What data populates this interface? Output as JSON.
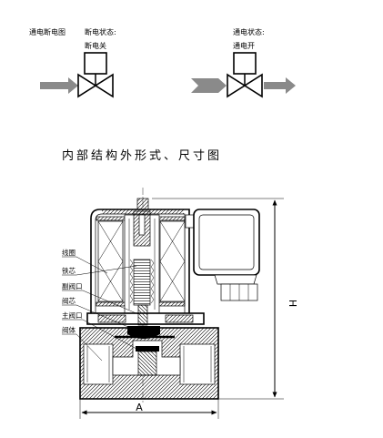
{
  "power_diagram": {
    "title": "通电断电图",
    "off_state": {
      "label": "断电状态:",
      "value": "断电关"
    },
    "on_state": {
      "label": "通电状态:",
      "value": "通电开"
    }
  },
  "section_title": "内部结构外形式、尺寸图",
  "parts": [
    "线圈",
    "铁芯",
    "副阀口",
    "阀芯",
    "主阀口",
    "阀体"
  ],
  "dimensions": {
    "height_label": "H",
    "width_label": "A"
  },
  "colors": {
    "arrow": "#8a8a8a",
    "line": "#000000"
  }
}
